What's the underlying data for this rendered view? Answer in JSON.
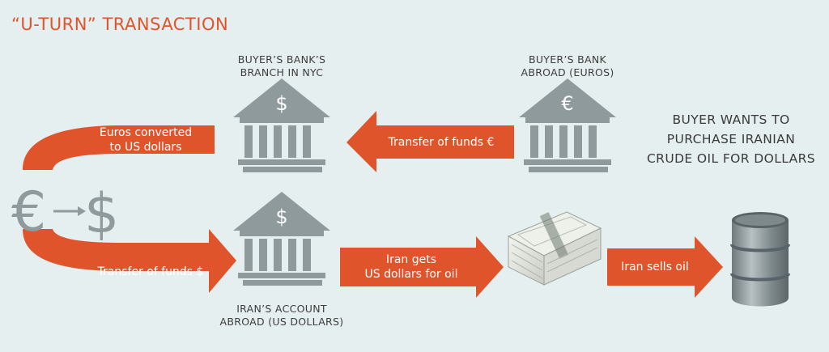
{
  "title": "“U-TURN” TRANSACTION",
  "labels": {
    "nyc_branch": [
      "BUYER’S BANK’S",
      "BRANCH IN NYC"
    ],
    "abroad_bank": [
      "BUYER’S BANK",
      "ABROAD (EUROS)"
    ],
    "iran_account": [
      "IRAN’S ACCOUNT",
      "ABROAD (US DOLLARS)"
    ]
  },
  "buyer_note": [
    "BUYER WANTS TO",
    "PURCHASE IRANIAN",
    "CRUDE OIL FOR DOLLARS"
  ],
  "arrows": {
    "euros_converted": [
      "Euros converted",
      "to US dollars"
    ],
    "transfer_euro": "Transfer of funds €",
    "transfer_dollar": "Transfer of funds $",
    "iran_gets": [
      "Iran gets",
      "US dollars for oil"
    ],
    "iran_sells": "Iran sells oil"
  },
  "symbols": {
    "nyc_bank": "$",
    "abroad_bank": "€",
    "iran_bank": "$",
    "conversion_from": "€",
    "conversion_to": "$"
  },
  "colors": {
    "accent": "#e0542c",
    "bank_gray": "#8f9a9d",
    "text": "#3d3d3d",
    "background": "#e6eff0"
  }
}
